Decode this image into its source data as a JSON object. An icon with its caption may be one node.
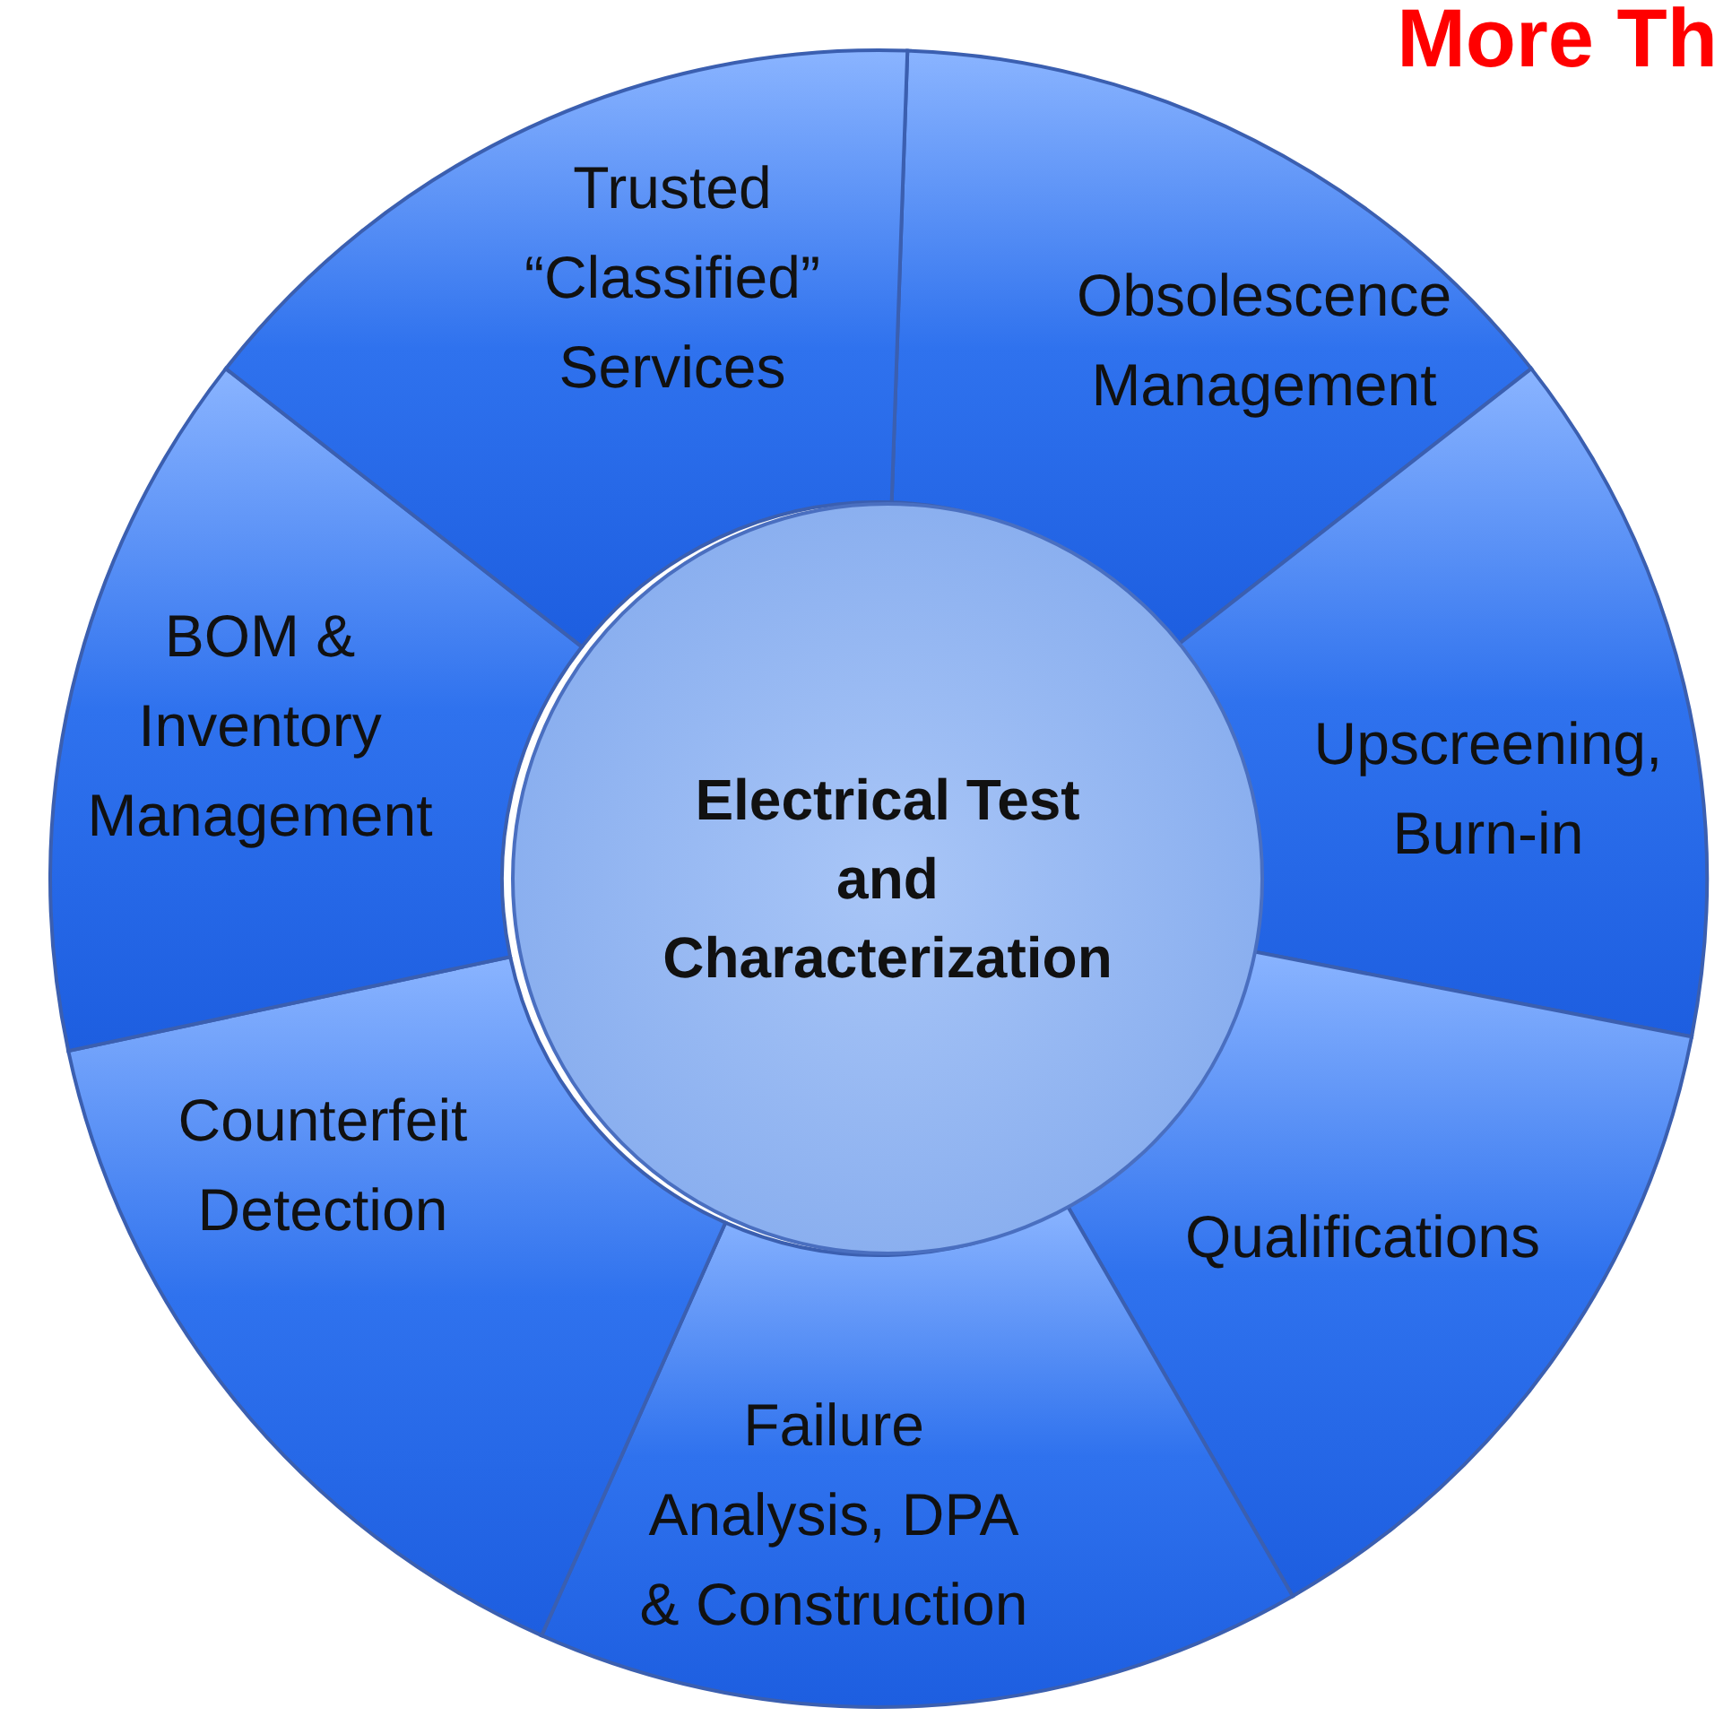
{
  "diagram": {
    "title": "More Th",
    "nodes": [
      {
        "text": [
          "Electrical Test and Characterization"
        ]
      },
      {
        "text": [
          "Trusted “Classified” Services"
        ]
      },
      {
        "text": [
          "Obsolescence Management"
        ]
      },
      {
        "text": [
          "Upscreening, Burn-in"
        ]
      },
      {
        "text": [
          "Qualifications"
        ]
      },
      {
        "text": [
          "Failure Analysis, DPA & Construction"
        ]
      },
      {
        "text": [
          "Counterfeit Detection"
        ]
      },
      {
        "text": [
          "BOM & Inventory Management"
        ]
      }
    ]
  }
}
